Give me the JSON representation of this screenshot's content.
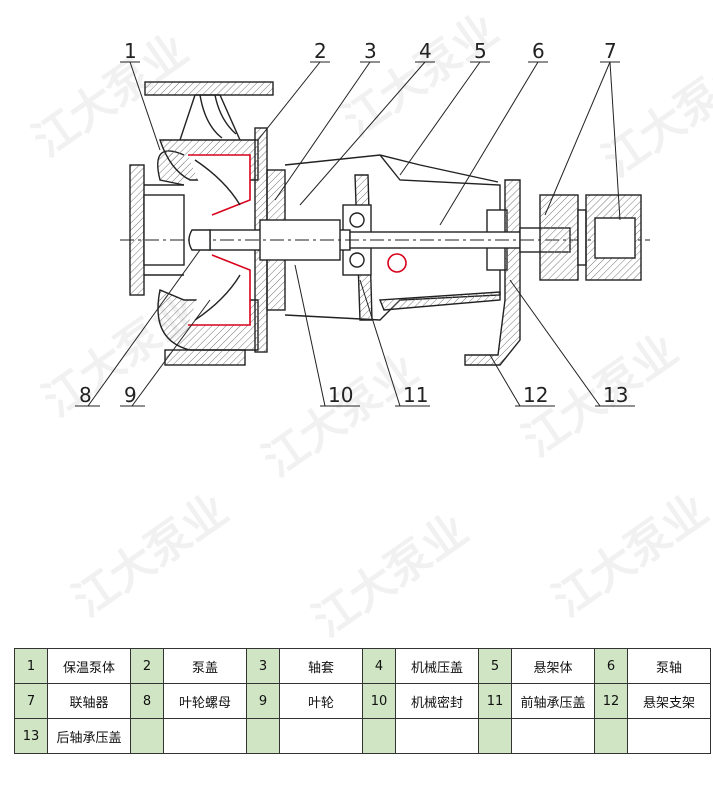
{
  "watermark": "江大泵业",
  "callouts": [
    "1",
    "2",
    "3",
    "4",
    "5",
    "6",
    "7",
    "8",
    "9",
    "10",
    "11",
    "12",
    "13"
  ],
  "colors": {
    "line": "#222222",
    "hatch": "#777777",
    "accent_red": "#d9001b",
    "table_num_bg": "#cfe5c4"
  },
  "parts_table": {
    "rows": [
      [
        {
          "num": "1",
          "name": "保温泵体"
        },
        {
          "num": "2",
          "name": "泵盖"
        },
        {
          "num": "3",
          "name": "轴套"
        },
        {
          "num": "4",
          "name": "机械压盖"
        },
        {
          "num": "5",
          "name": "悬架体"
        },
        {
          "num": "6",
          "name": "泵轴"
        }
      ],
      [
        {
          "num": "7",
          "name": "联轴器"
        },
        {
          "num": "8",
          "name": "叶轮螺母"
        },
        {
          "num": "9",
          "name": "叶轮"
        },
        {
          "num": "10",
          "name": "机械密封"
        },
        {
          "num": "11",
          "name": "前轴承压盖"
        },
        {
          "num": "12",
          "name": "悬架支架"
        }
      ],
      [
        {
          "num": "13",
          "name": "后轴承压盖"
        },
        {
          "num": "",
          "name": ""
        },
        {
          "num": "",
          "name": ""
        },
        {
          "num": "",
          "name": ""
        },
        {
          "num": "",
          "name": ""
        },
        {
          "num": "",
          "name": ""
        }
      ]
    ]
  }
}
